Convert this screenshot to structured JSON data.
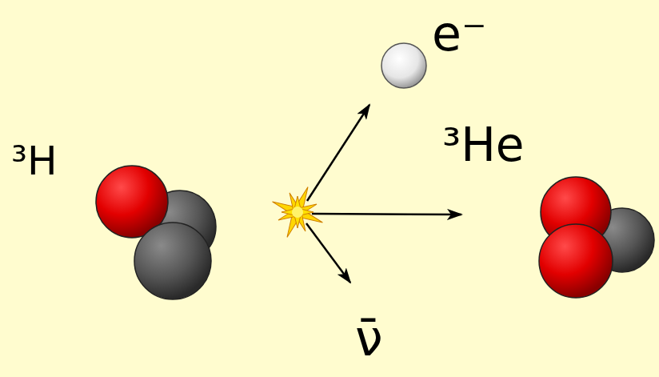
{
  "diagram": {
    "labels": [
      "³H",
      "e⁻",
      "³He",
      "ν̄"
    ]
  }
}
